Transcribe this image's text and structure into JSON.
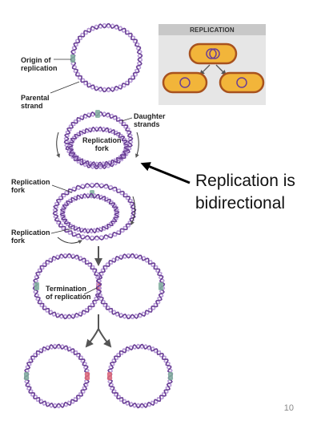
{
  "diagram": {
    "labels": {
      "origin": [
        "Origin of",
        "replication"
      ],
      "parental": [
        "Parental",
        "strand"
      ],
      "daughter": [
        "Daughter",
        "strands"
      ],
      "fork_center": [
        "Replication",
        "fork"
      ],
      "fork_left_top": [
        "Replication",
        "fork"
      ],
      "fork_left_bottom": [
        "Replication",
        "fork"
      ],
      "termination": [
        "Termination",
        "of replication"
      ]
    },
    "inset": {
      "title": "REPLICATION"
    },
    "colors": {
      "dna_light": "#b79ad6",
      "dna_dark": "#6a3f96",
      "origin": "#7fae9c",
      "termination": "#e06a78",
      "cell_fill": "#f2b53a",
      "cell_border": "#a8521e",
      "panel_bg": "#e6e6e6",
      "panel_header": "#c8c8c8",
      "arrow": "#555555",
      "callout_arrow": "#000000"
    }
  },
  "callout": {
    "line1": "Replication is",
    "line2": "bidirectional"
  },
  "slide_number": "10"
}
